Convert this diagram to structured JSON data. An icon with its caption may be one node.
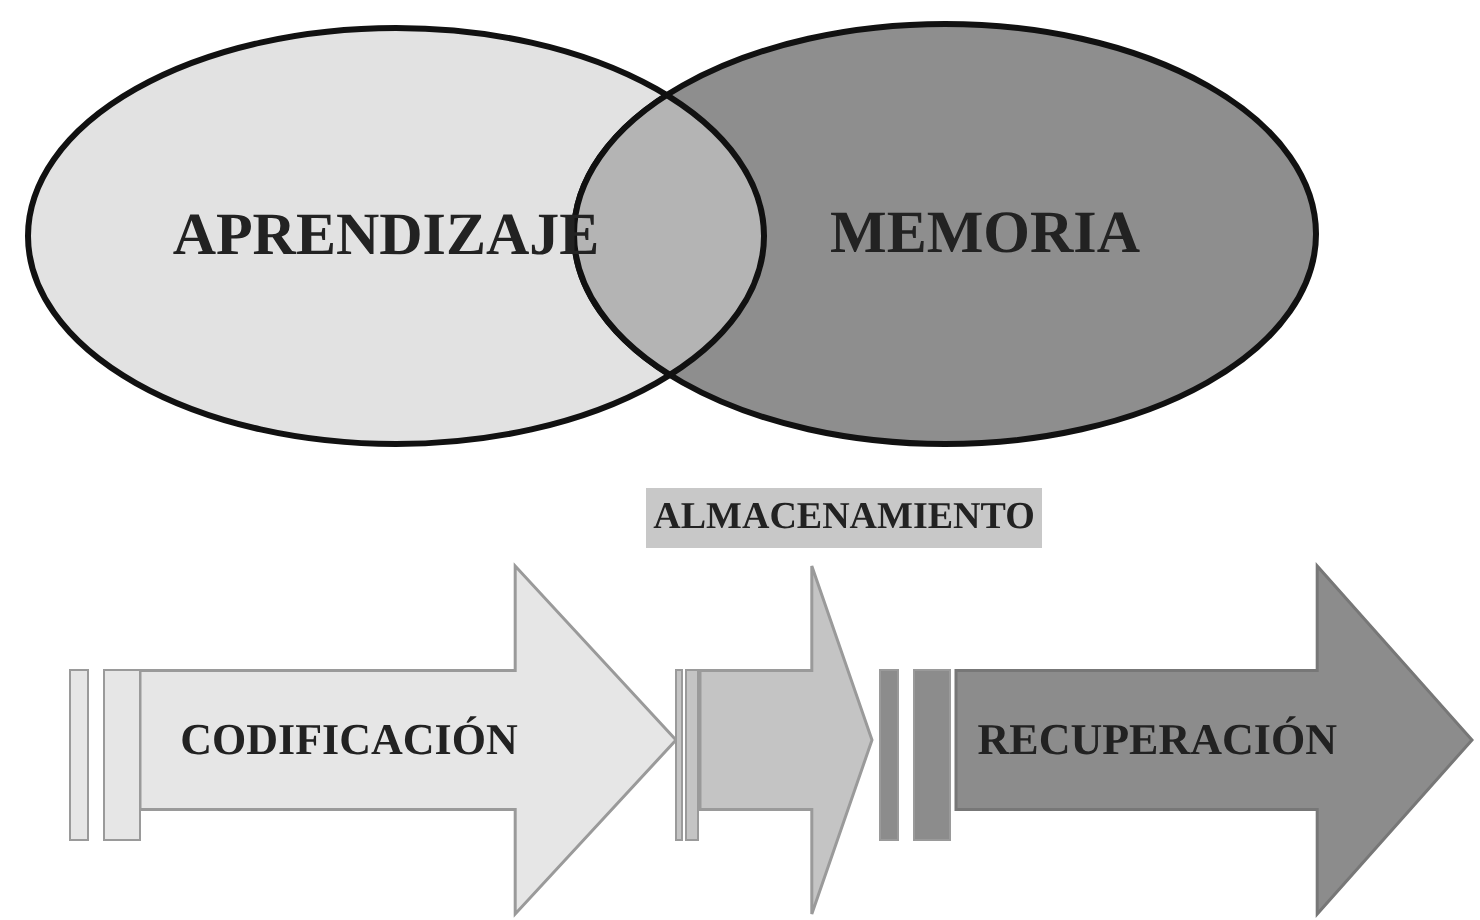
{
  "diagram": {
    "nodes": [
      {
        "text": [
          "APRENDIZAJE"
        ]
      },
      {
        "text": [
          "MEMORIA"
        ]
      },
      {
        "text": [
          "ALMACENAMIENTO"
        ]
      },
      {
        "text": [
          "CODIFICACIÓN"
        ]
      },
      {
        "text": [],
        "shape": "arrow"
      },
      {
        "text": [
          "RECUPERACIÓN"
        ]
      }
    ]
  }
}
